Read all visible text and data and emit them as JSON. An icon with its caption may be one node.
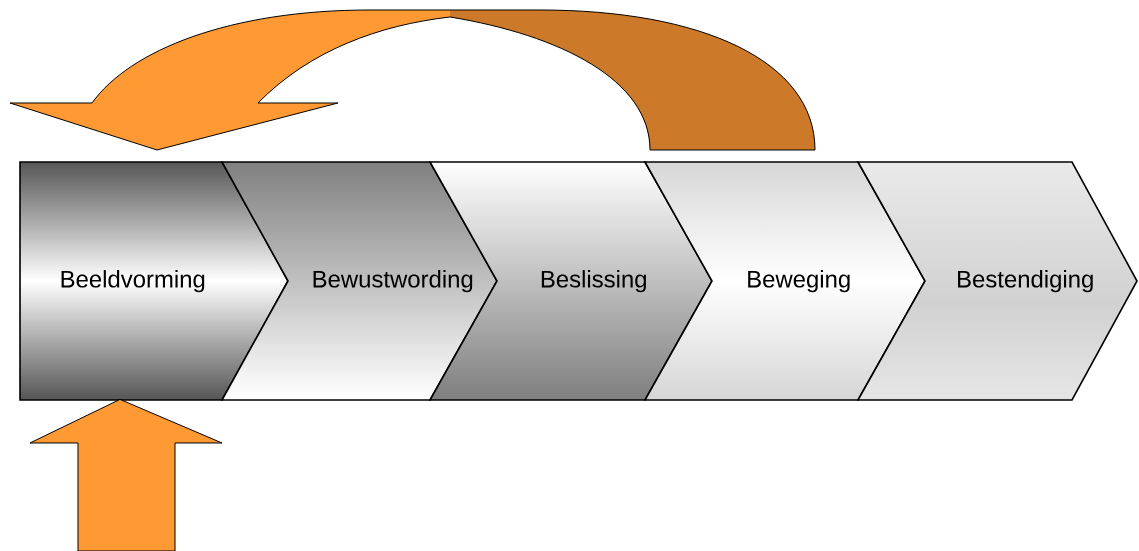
{
  "diagram": {
    "nodes": [
      {
        "text": [
          "Beeldvorming"
        ]
      },
      {
        "text": [
          "Bewustwording"
        ]
      },
      {
        "text": [
          "Beslissing"
        ]
      },
      {
        "text": [
          "Beweging"
        ]
      },
      {
        "text": [
          "Bestendiging"
        ]
      }
    ],
    "edges": [
      {
        "from": 3,
        "to": 0,
        "arrow": "to"
      },
      {
        "from": null,
        "to": 0,
        "arrow": "to"
      }
    ]
  }
}
